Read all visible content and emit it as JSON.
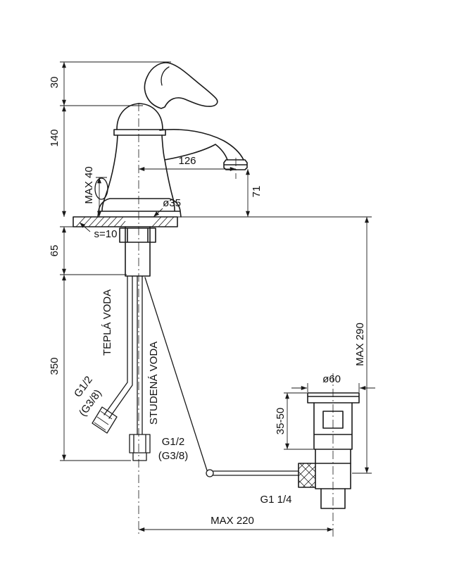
{
  "drawing": {
    "kind": "technical dimension drawing",
    "colors": {
      "line": "#1a1a1a",
      "background": "#ffffff"
    }
  },
  "labels": {
    "d30": "30",
    "d140": "140",
    "dmax40": "MAX 40",
    "d126": "126",
    "d71": "71",
    "dia35": "ø35",
    "s10": "s=10",
    "d65": "65",
    "d350": "350",
    "hot": "TEPLÁ VODA",
    "cold": "STUDENÁ VODA",
    "g12_hot": "G1/2",
    "g38_hot": "(G3/8)",
    "g12_cold": "G1/2",
    "g38_cold": "(G3/8)",
    "dmax290": "MAX 290",
    "dia60": "ø60",
    "d3550": "35-50",
    "g114": "G1 1/4",
    "dmax220": "MAX 220"
  }
}
